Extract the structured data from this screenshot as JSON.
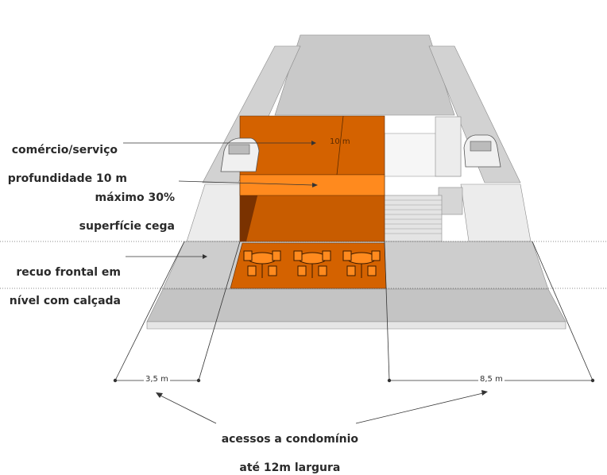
{
  "annotations": {
    "commerce_line1": "comércio/serviço",
    "commerce_line2": "profundidade 10 m",
    "blank_line1": "máximo 30%",
    "blank_line2": "superfície cega",
    "setback_line1": "recuo frontal em",
    "setback_line2": "nível com calçada",
    "access_line1": "acessos a condomínio",
    "access_line2": "até 12m largura"
  },
  "dimensions": {
    "depth": "10 m",
    "left_access": "3,5 m",
    "right_access": "8,5 m"
  },
  "colors": {
    "building_orange": "#d46200",
    "facade_orange": "#ff8a1e",
    "pavement_gray": "#c7c7c7",
    "light_gray": "#ebebeb",
    "text": "#2a2a2a"
  }
}
